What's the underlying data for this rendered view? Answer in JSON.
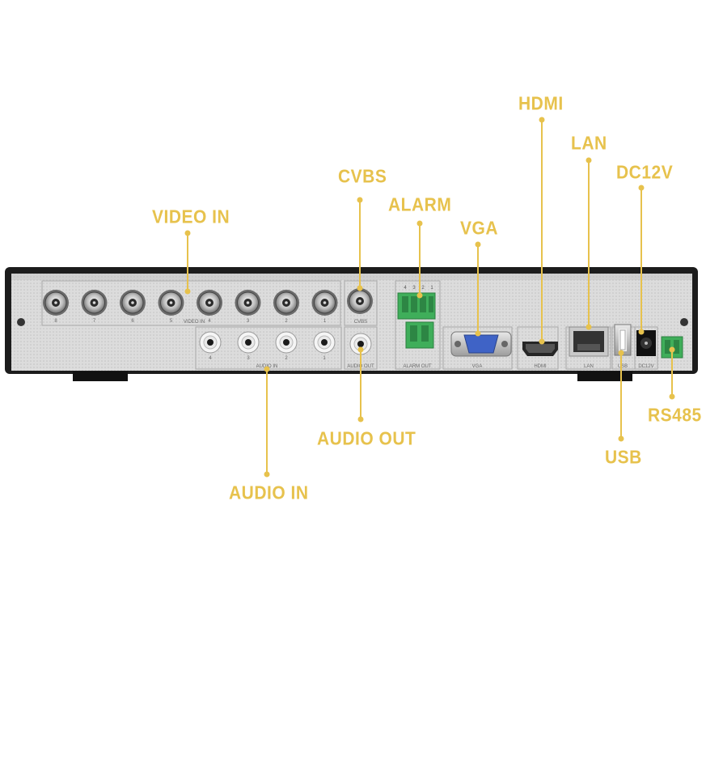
{
  "callouts": {
    "video_in": "VIDEO IN",
    "cvbs": "CVBS",
    "alarm": "ALARM",
    "vga": "VGA",
    "hdmi": "HDMI",
    "lan": "LAN",
    "dc12v": "DC12V",
    "rs485": "RS485",
    "usb": "USB",
    "audio_out": "AUDIO OUT",
    "audio_in": "AUDIO IN"
  },
  "panel_labels": {
    "video_in": "VIDEO IN",
    "audio_in": "AUDIO IN",
    "cvbs": "CVBS",
    "audio_out": "AUDIO OUT",
    "alarm_out": "ALARM OUT",
    "vga": "VGA",
    "hdmi": "HDMI",
    "lan": "LAN",
    "usb": "USB",
    "dc12v": "DC12V"
  },
  "video_in_numbers": [
    "8",
    "7",
    "6",
    "5",
    "4",
    "3",
    "2",
    "1"
  ],
  "audio_in_numbers": [
    "4",
    "3",
    "2",
    "1"
  ],
  "alarm_in_numbers": [
    "4",
    "3",
    "2",
    "1"
  ],
  "colors": {
    "callout": "#e7c24d",
    "chassis": "#1c1c1c",
    "panel": "#d7d7d7",
    "vga_port": "#3f63c6",
    "terminal": "#3fae5a"
  }
}
